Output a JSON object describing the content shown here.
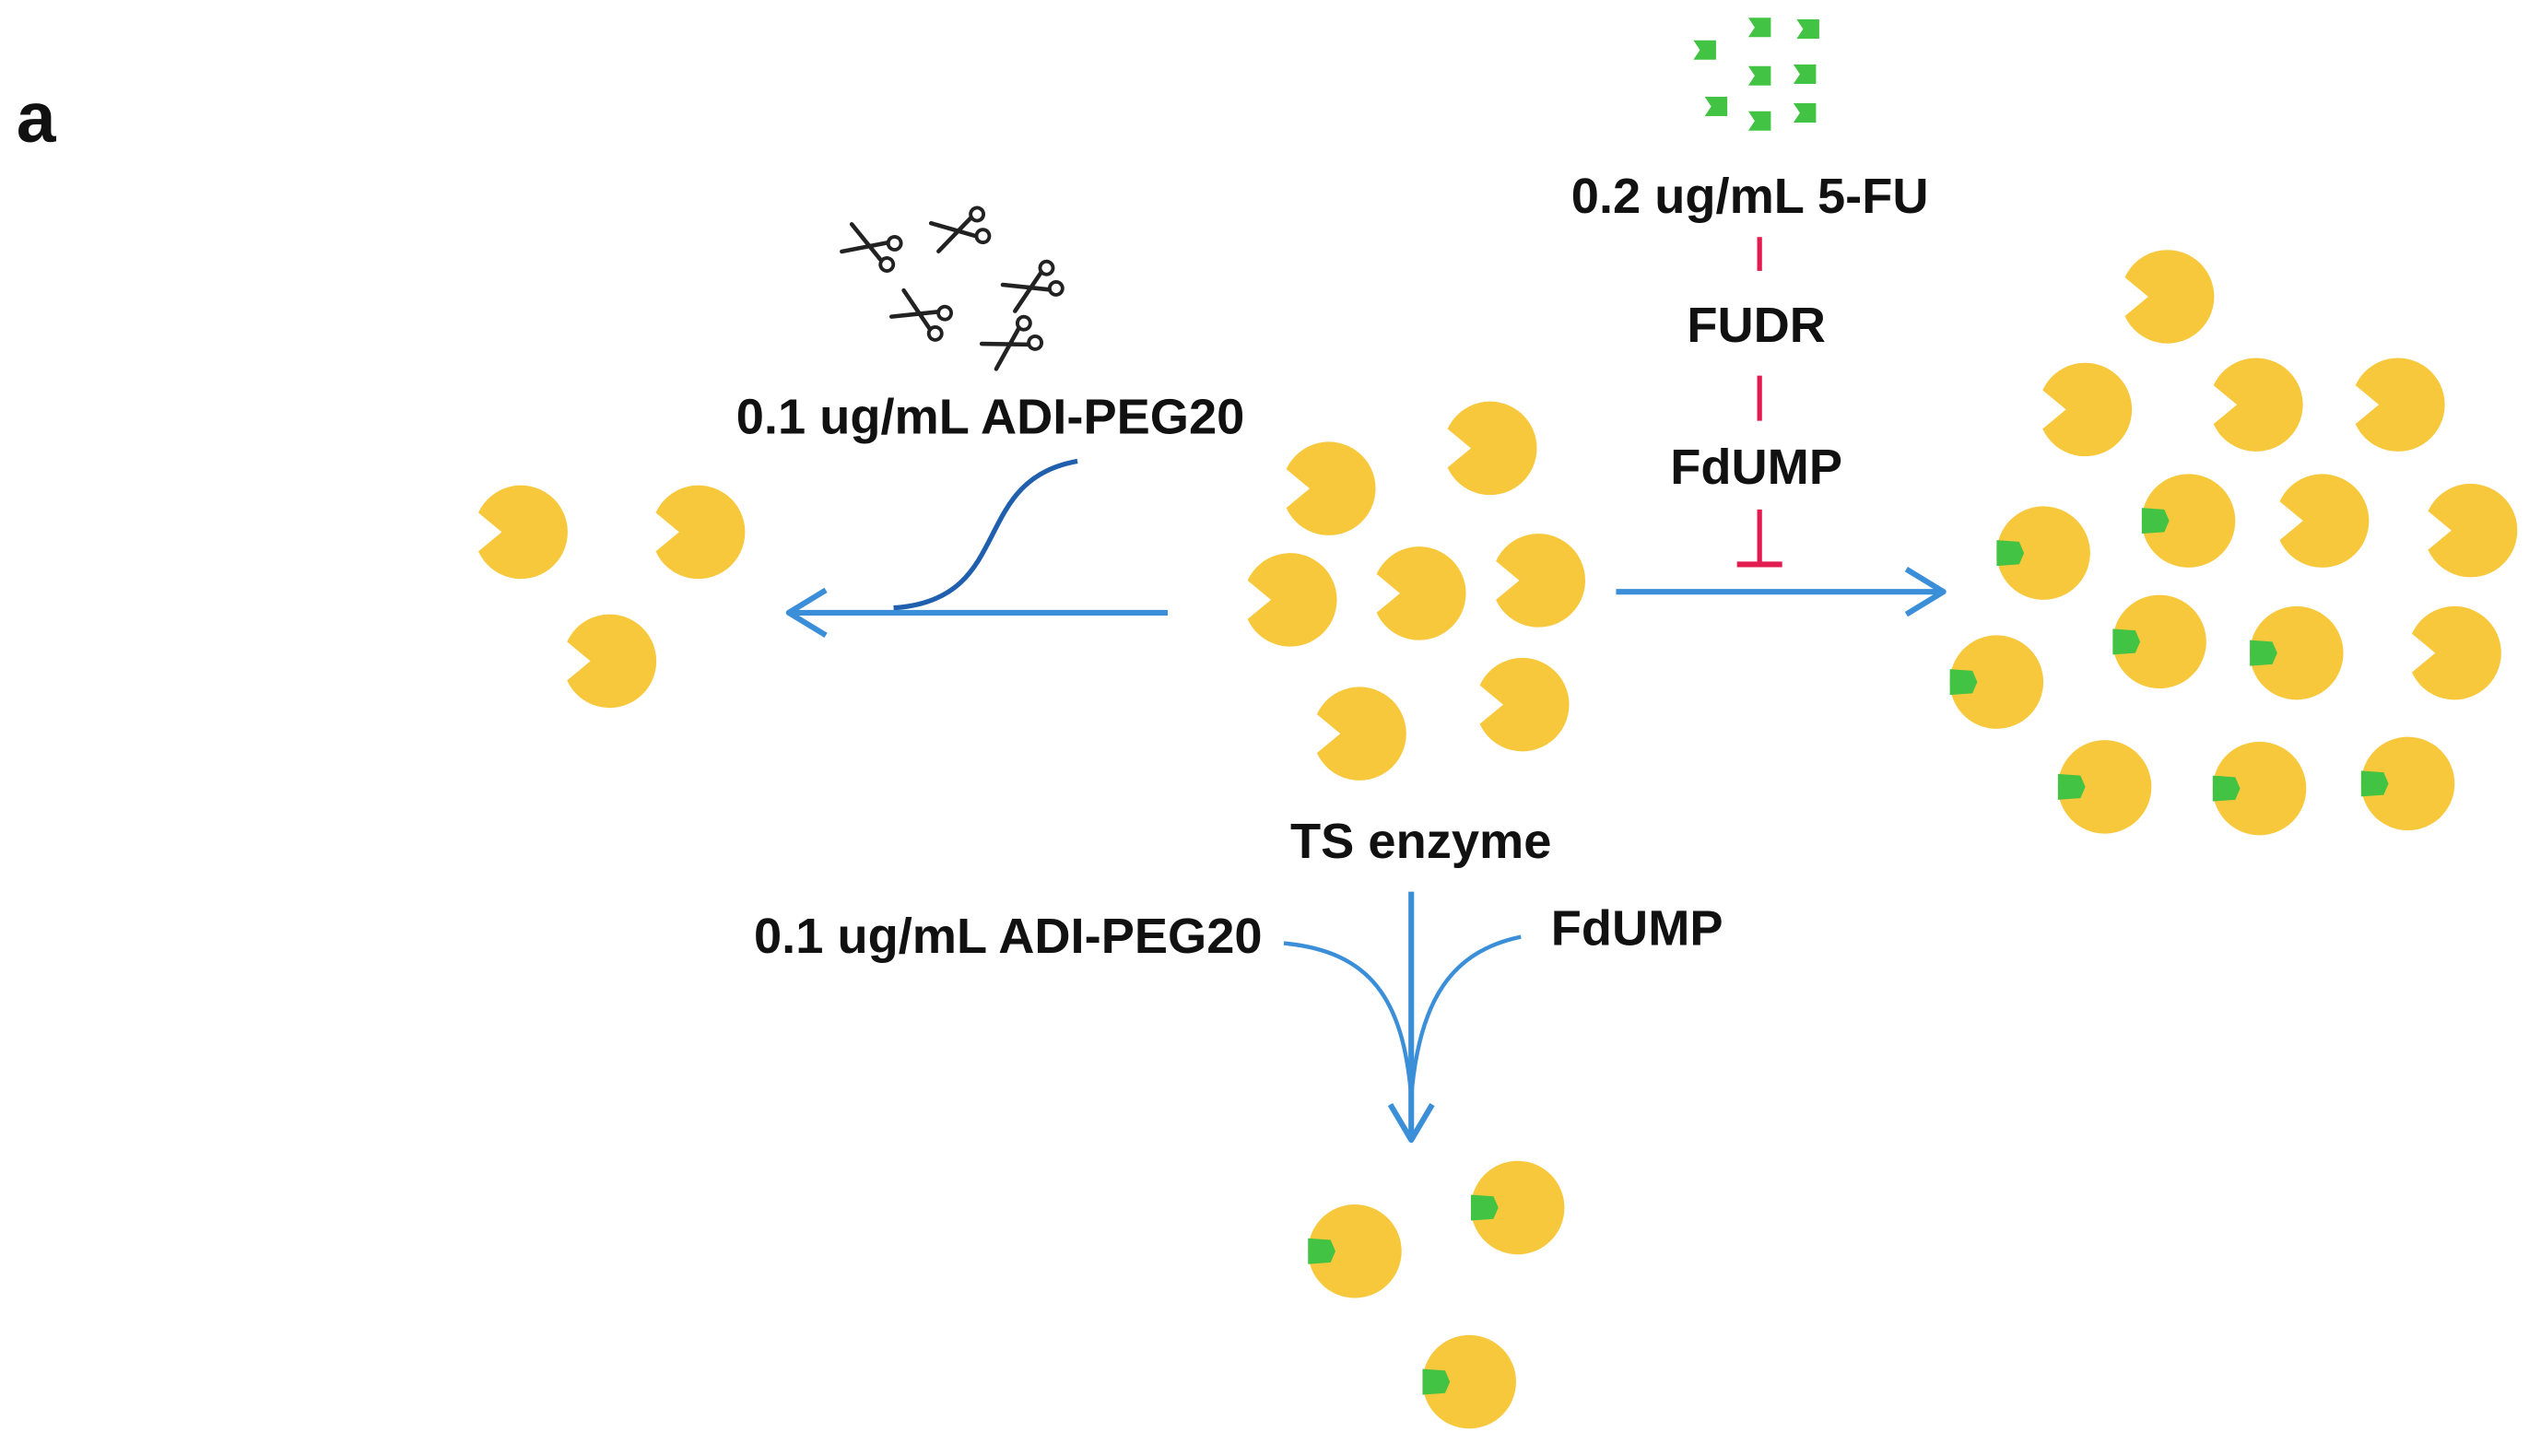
{
  "panel_label": "a",
  "labels": {
    "adi_top": "0.1 ug/mL ADI-PEG20",
    "fu_dose": "0.2 ug/mL 5-FU",
    "fudr": "FUDR",
    "fdump_top": "FdUMP",
    "ts_enzyme": "TS enzyme",
    "adi_bottom": "0.1 ug/mL ADI-PEG20",
    "fdump_bottom": "FdUMP"
  },
  "colors": {
    "enzyme_fill": "#F8C83C",
    "drug_green": "#43C343",
    "arrow_blue": "#3A8FD8",
    "inhibit_red": "#E21C4E",
    "text": "#111111"
  },
  "icons": {
    "adi_agent": "scissors-icon",
    "fu_agent": "green-drug-fragment-icon",
    "enzyme": "ts-enzyme-pacman-icon"
  }
}
